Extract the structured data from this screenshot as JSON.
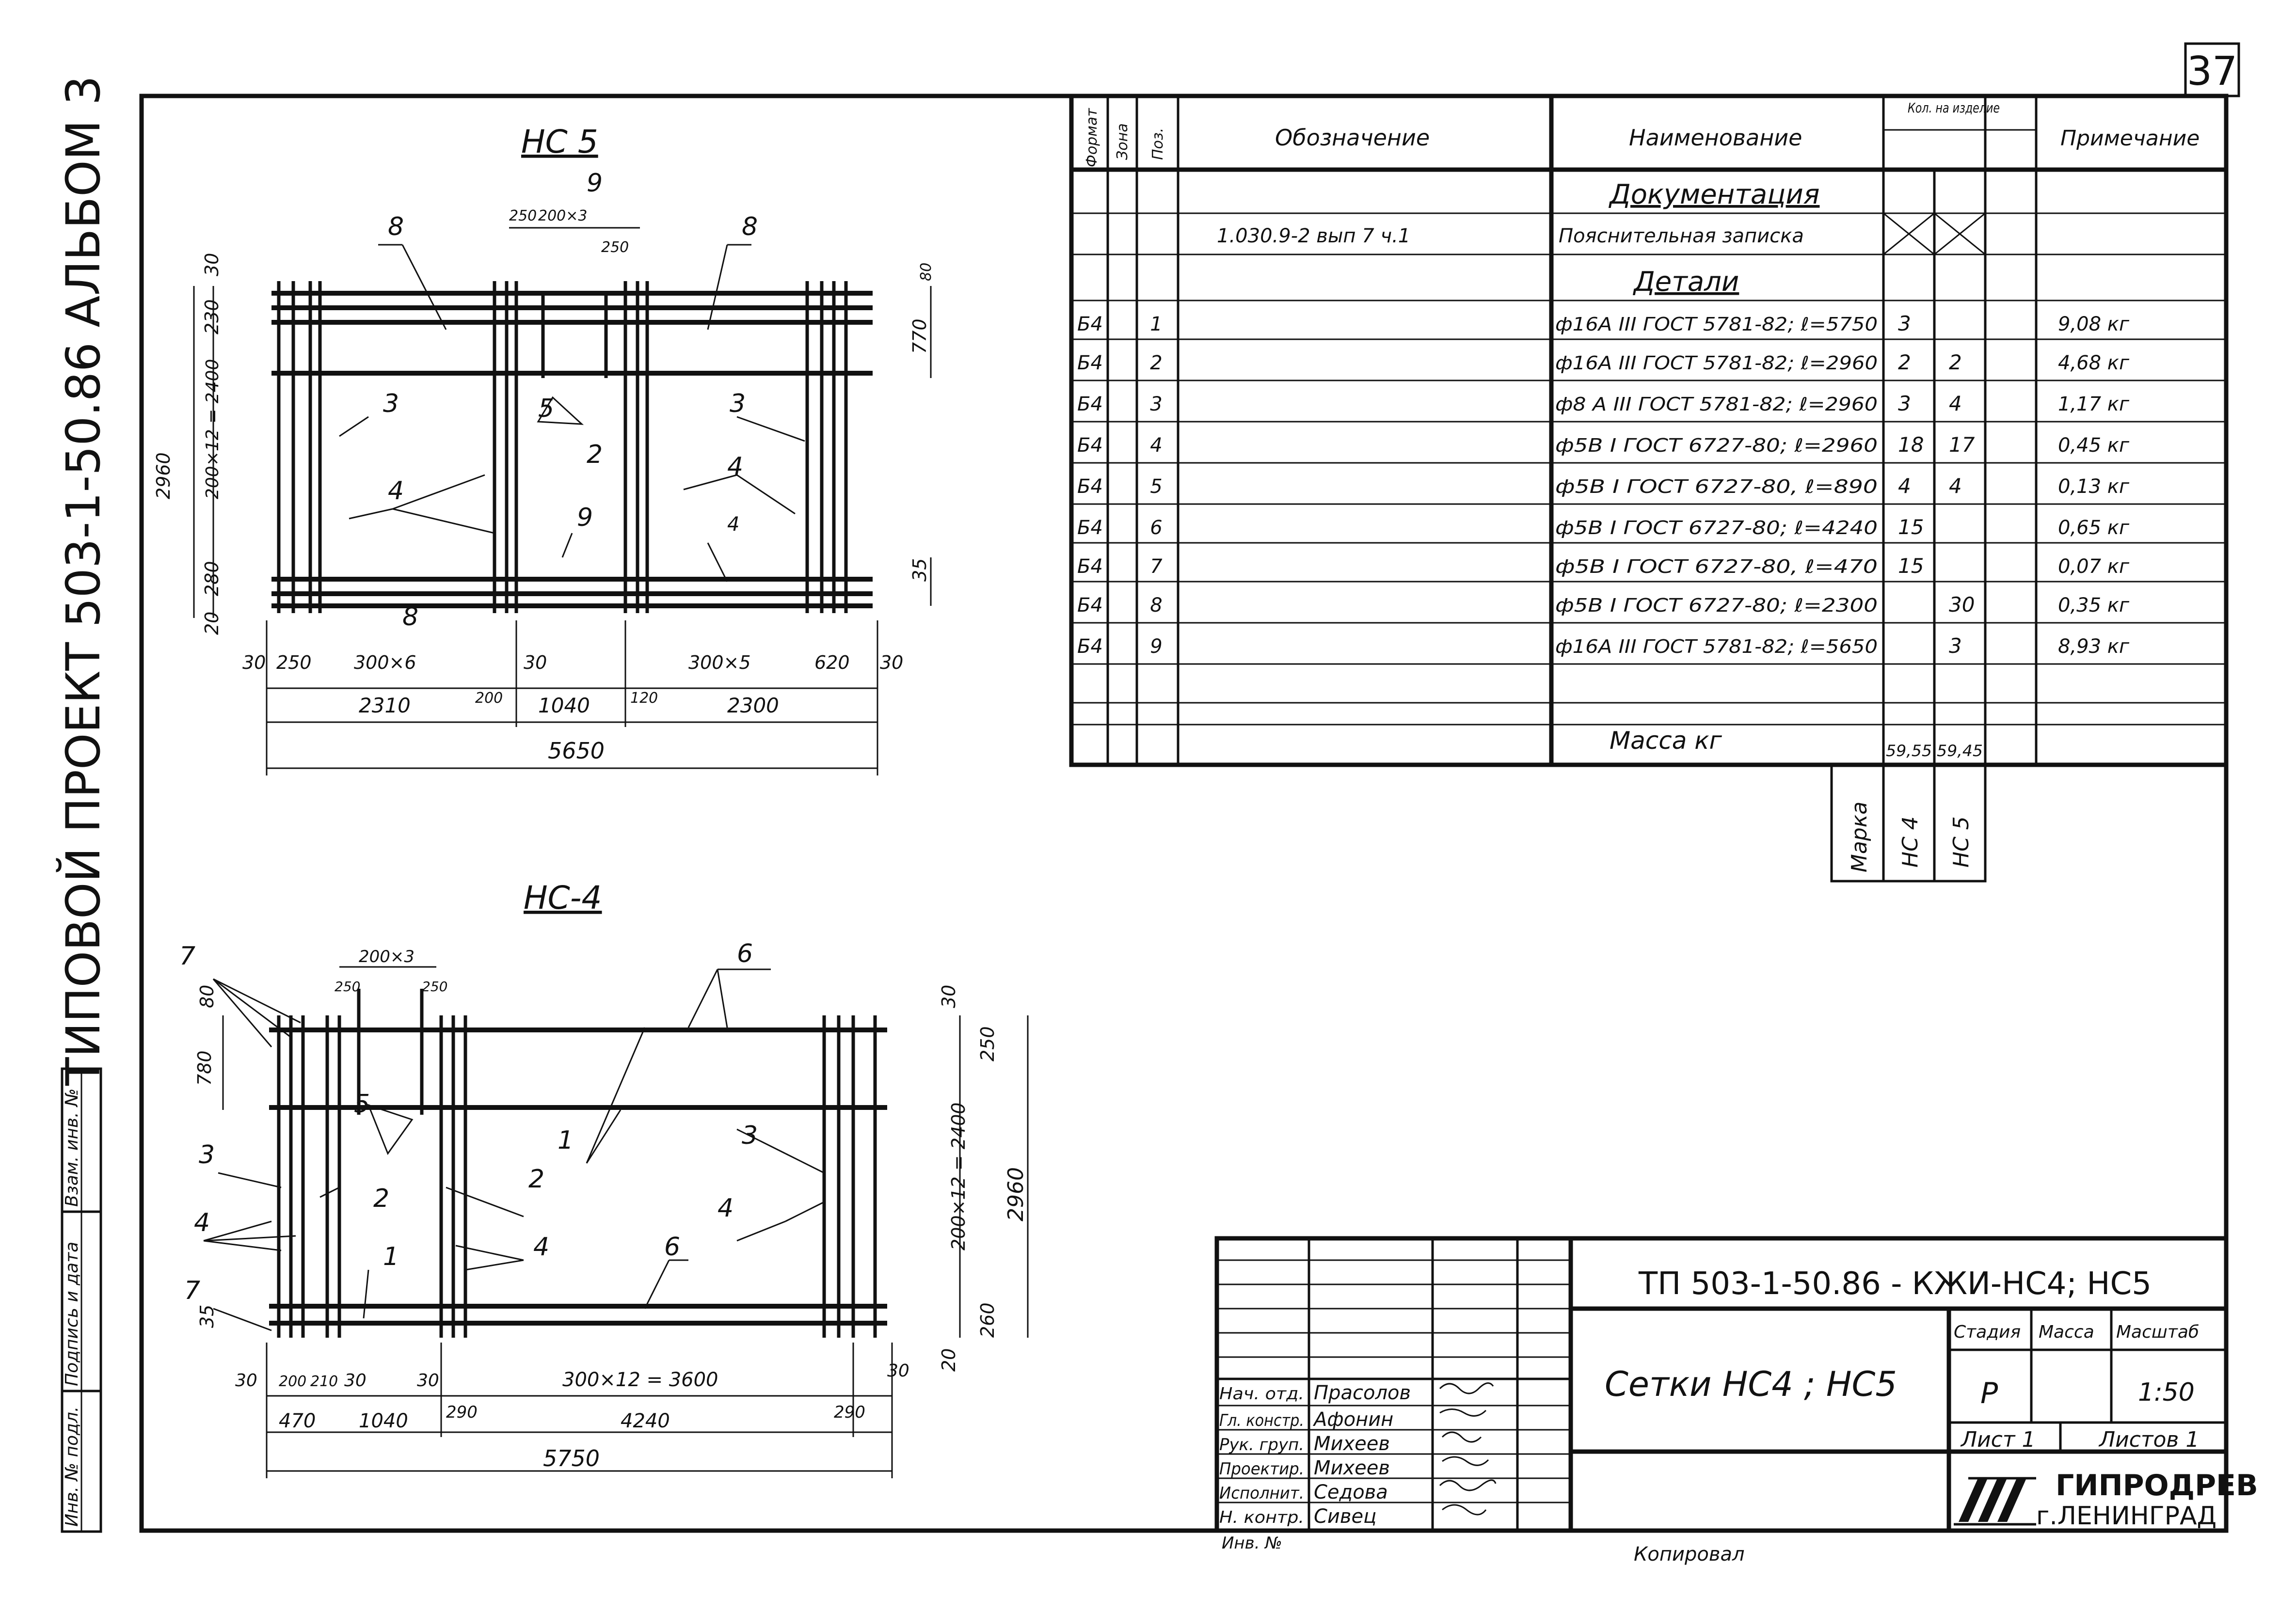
{
  "sheet_number": "37",
  "side_title": "ТИПОВОЙ ПРОЕКТ 503-1-50.86 АЛЬБОМ 3",
  "side_stamp": {
    "cells": [
      "Инв. № подл.",
      "Подпись и дата",
      "Взам. инв. №"
    ]
  },
  "spec_table": {
    "headers": {
      "format": "Формат",
      "zone": "Зона",
      "pos": "Поз.",
      "designation": "Обозначение",
      "name": "Наименование",
      "qty": "Кол. на изделие",
      "note": "Примечание"
    },
    "section_docs": "Документация",
    "doc_row": {
      "designation": "1.030.9-2 вып 7 ч.1",
      "name": "Пояснительная записка"
    },
    "section_details": "Детали",
    "rows": [
      {
        "format": "Б4",
        "pos": "1",
        "name": "ф16А III ГОСТ 5781-82; ℓ=5750",
        "q1": "3",
        "q2": "",
        "note": "9,08 кг"
      },
      {
        "format": "Б4",
        "pos": "2",
        "name": "ф16А III ГОСТ 5781-82; ℓ=2960",
        "q1": "2",
        "q2": "2",
        "note": "4,68 кг"
      },
      {
        "format": "Б4",
        "pos": "3",
        "name": "ф8 А III ГОСТ 5781-82; ℓ=2960",
        "q1": "3",
        "q2": "4",
        "note": "1,17 кг"
      },
      {
        "format": "Б4",
        "pos": "4",
        "name": "ф5В I ГОСТ 6727-80; ℓ=2960",
        "q1": "18",
        "q2": "17",
        "note": "0,45 кг"
      },
      {
        "format": "Б4",
        "pos": "5",
        "name": "ф5В I ГОСТ 6727-80, ℓ=890",
        "q1": "4",
        "q2": "4",
        "note": "0,13 кг"
      },
      {
        "format": "Б4",
        "pos": "6",
        "name": "ф5В I ГОСТ 6727-80; ℓ=4240",
        "q1": "15",
        "q2": "",
        "note": "0,65 кг"
      },
      {
        "format": "Б4",
        "pos": "7",
        "name": "ф5В I ГОСТ 6727-80, ℓ=470",
        "q1": "15",
        "q2": "",
        "note": "0,07 кг"
      },
      {
        "format": "Б4",
        "pos": "8",
        "name": "ф5В I ГОСТ 6727-80; ℓ=2300",
        "q1": "",
        "q2": "30",
        "note": "0,35 кг"
      },
      {
        "format": "Б4",
        "pos": "9",
        "name": "ф16А III ГОСТ 5781-82; ℓ=5650",
        "q1": "",
        "q2": "3",
        "note": "8,93 кг"
      }
    ],
    "mass_label": "Масса кг",
    "mass_values": [
      "59,55",
      "59,45"
    ],
    "marka_label": "Марка",
    "marka_values": [
      "НС 4",
      "НС 5"
    ]
  },
  "drawing_hc5": {
    "title": "НС 5",
    "callouts": [
      "8",
      "9",
      "8",
      "3",
      "5",
      "2",
      "3",
      "4",
      "4",
      "9",
      "8",
      "4"
    ],
    "dims_top": [
      "250",
      "200×3",
      "250"
    ],
    "dims_left": [
      "30",
      "230",
      "200×12 = 2400",
      "2960",
      "280",
      "20"
    ],
    "dims_right": [
      "80",
      "770",
      "35"
    ],
    "dims_bottom_1": [
      "30",
      "250",
      "300×6",
      "30",
      "200",
      "120",
      "300×5",
      "620",
      "30"
    ],
    "dims_bottom_2": [
      "2310",
      "1040",
      "2300"
    ],
    "dims_total": "5650"
  },
  "drawing_hc4": {
    "title": "НС-4",
    "callouts": [
      "7",
      "6",
      "5",
      "1",
      "3",
      "2",
      "3",
      "4",
      "2",
      "1",
      "4",
      "4",
      "6",
      "7"
    ],
    "dims_top": [
      "200×3",
      "250",
      "250"
    ],
    "dims_left": [
      "80",
      "780",
      "35"
    ],
    "dims_right": [
      "30",
      "250",
      "200×12 = 2400",
      "2960",
      "260",
      "20"
    ],
    "dims_bottom_1": [
      "30",
      "200",
      "210",
      "30",
      "30",
      "300×12 = 3600",
      "30"
    ],
    "dims_bottom_2": [
      "470",
      "1040",
      "290",
      "4240",
      "290"
    ],
    "dims_total": "5750"
  },
  "title_block": {
    "code": "ТП 503-1-50.86 - КЖИ-НС4; НС5",
    "name": "Сетки НС4 ; НС5",
    "stage_label": "Стадия",
    "mass_label": "Масса",
    "scale_label": "Масштаб",
    "stage": "Р",
    "scale": "1:50",
    "sheet_label": "Лист 1",
    "sheets_label": "Листов 1",
    "org_name": "ГИПРОДРЕВ",
    "org_city": "г.ЛЕНИНГРАД",
    "people": [
      {
        "role": "Нач. отд.",
        "name": "Прасолов"
      },
      {
        "role": "Гл. констр.",
        "name": "Афонин"
      },
      {
        "role": "Рук. груп.",
        "name": "Михеев"
      },
      {
        "role": "Проектир.",
        "name": "Михеев"
      },
      {
        "role": "Исполнит.",
        "name": "Седова"
      },
      {
        "role": "Н. контр.",
        "name": "Сивец"
      }
    ],
    "inv_label": "Инв. №",
    "copied": "Копировал"
  }
}
